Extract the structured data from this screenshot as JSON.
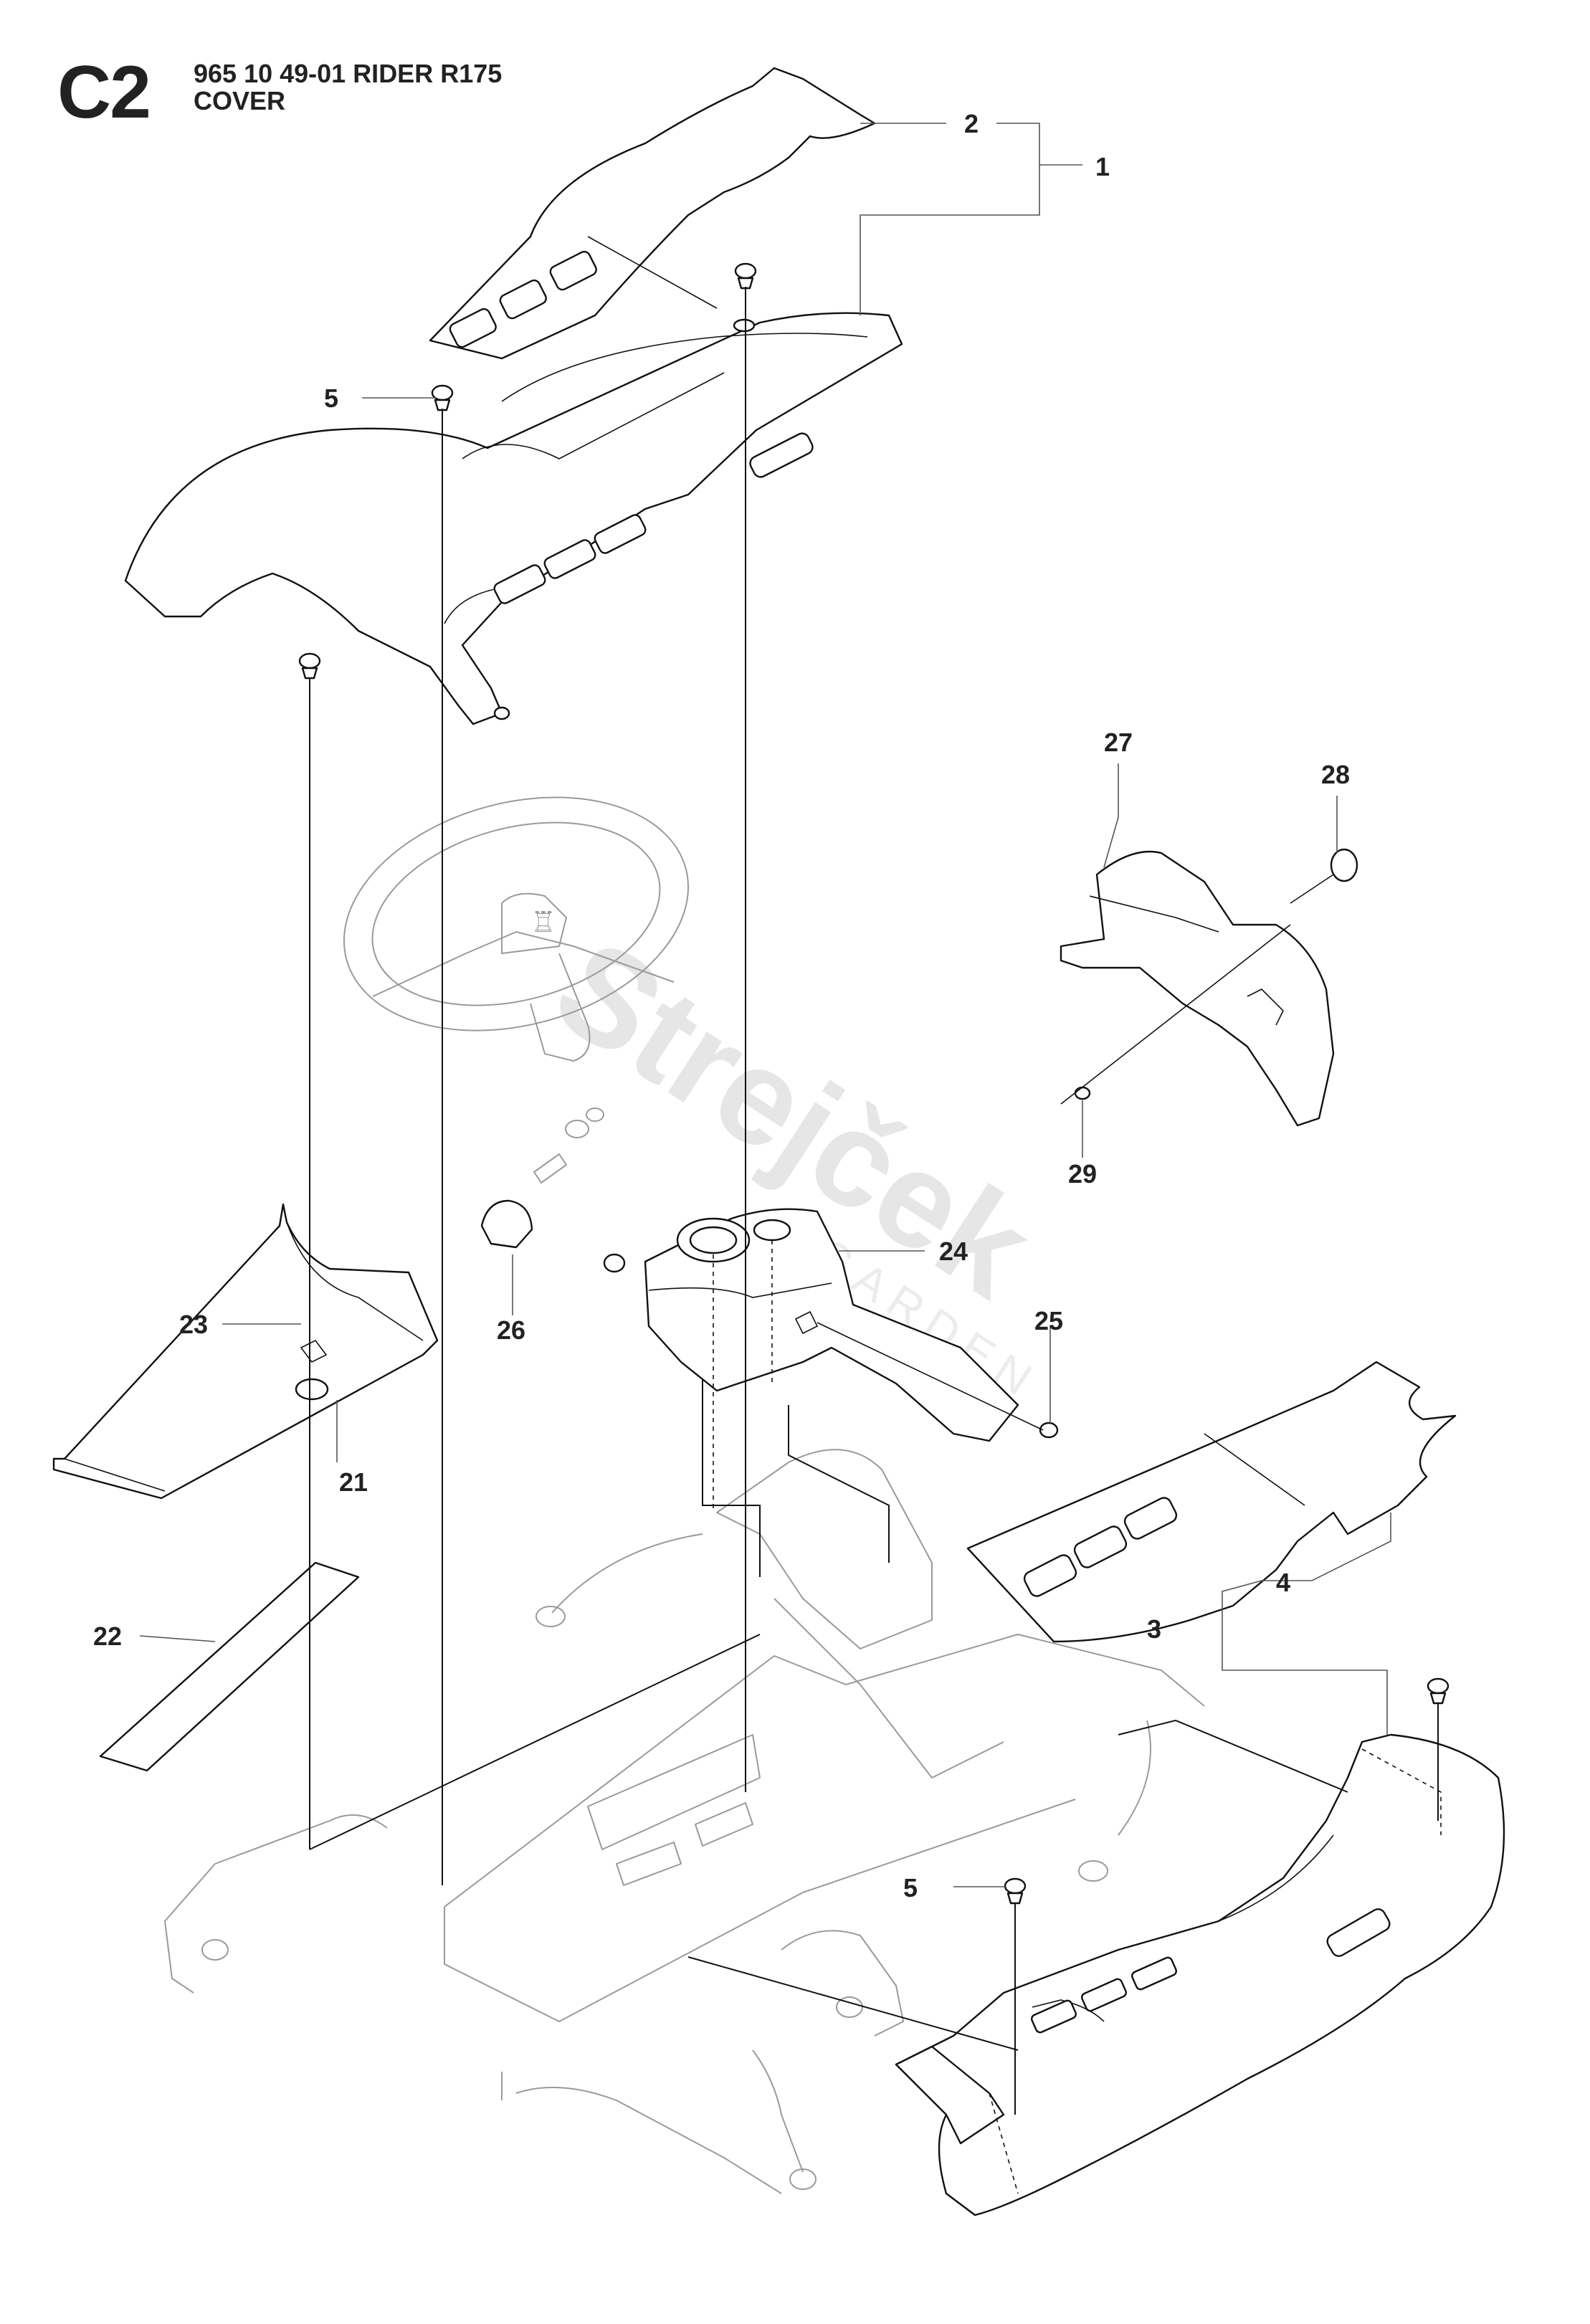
{
  "header": {
    "section_code": "C2",
    "model_line": "965 10 49-01 RIDER R175",
    "title": "COVER"
  },
  "watermark": {
    "brand": "Strejček",
    "tagline": "GARDEN"
  },
  "callouts": {
    "c1": "1",
    "c2": "2",
    "c3": "3",
    "c4": "4",
    "c5a": "5",
    "c5b": "5",
    "c21": "21",
    "c22": "22",
    "c23": "23",
    "c24": "24",
    "c25": "25",
    "c26": "26",
    "c27": "27",
    "c28": "28",
    "c29": "29"
  }
}
